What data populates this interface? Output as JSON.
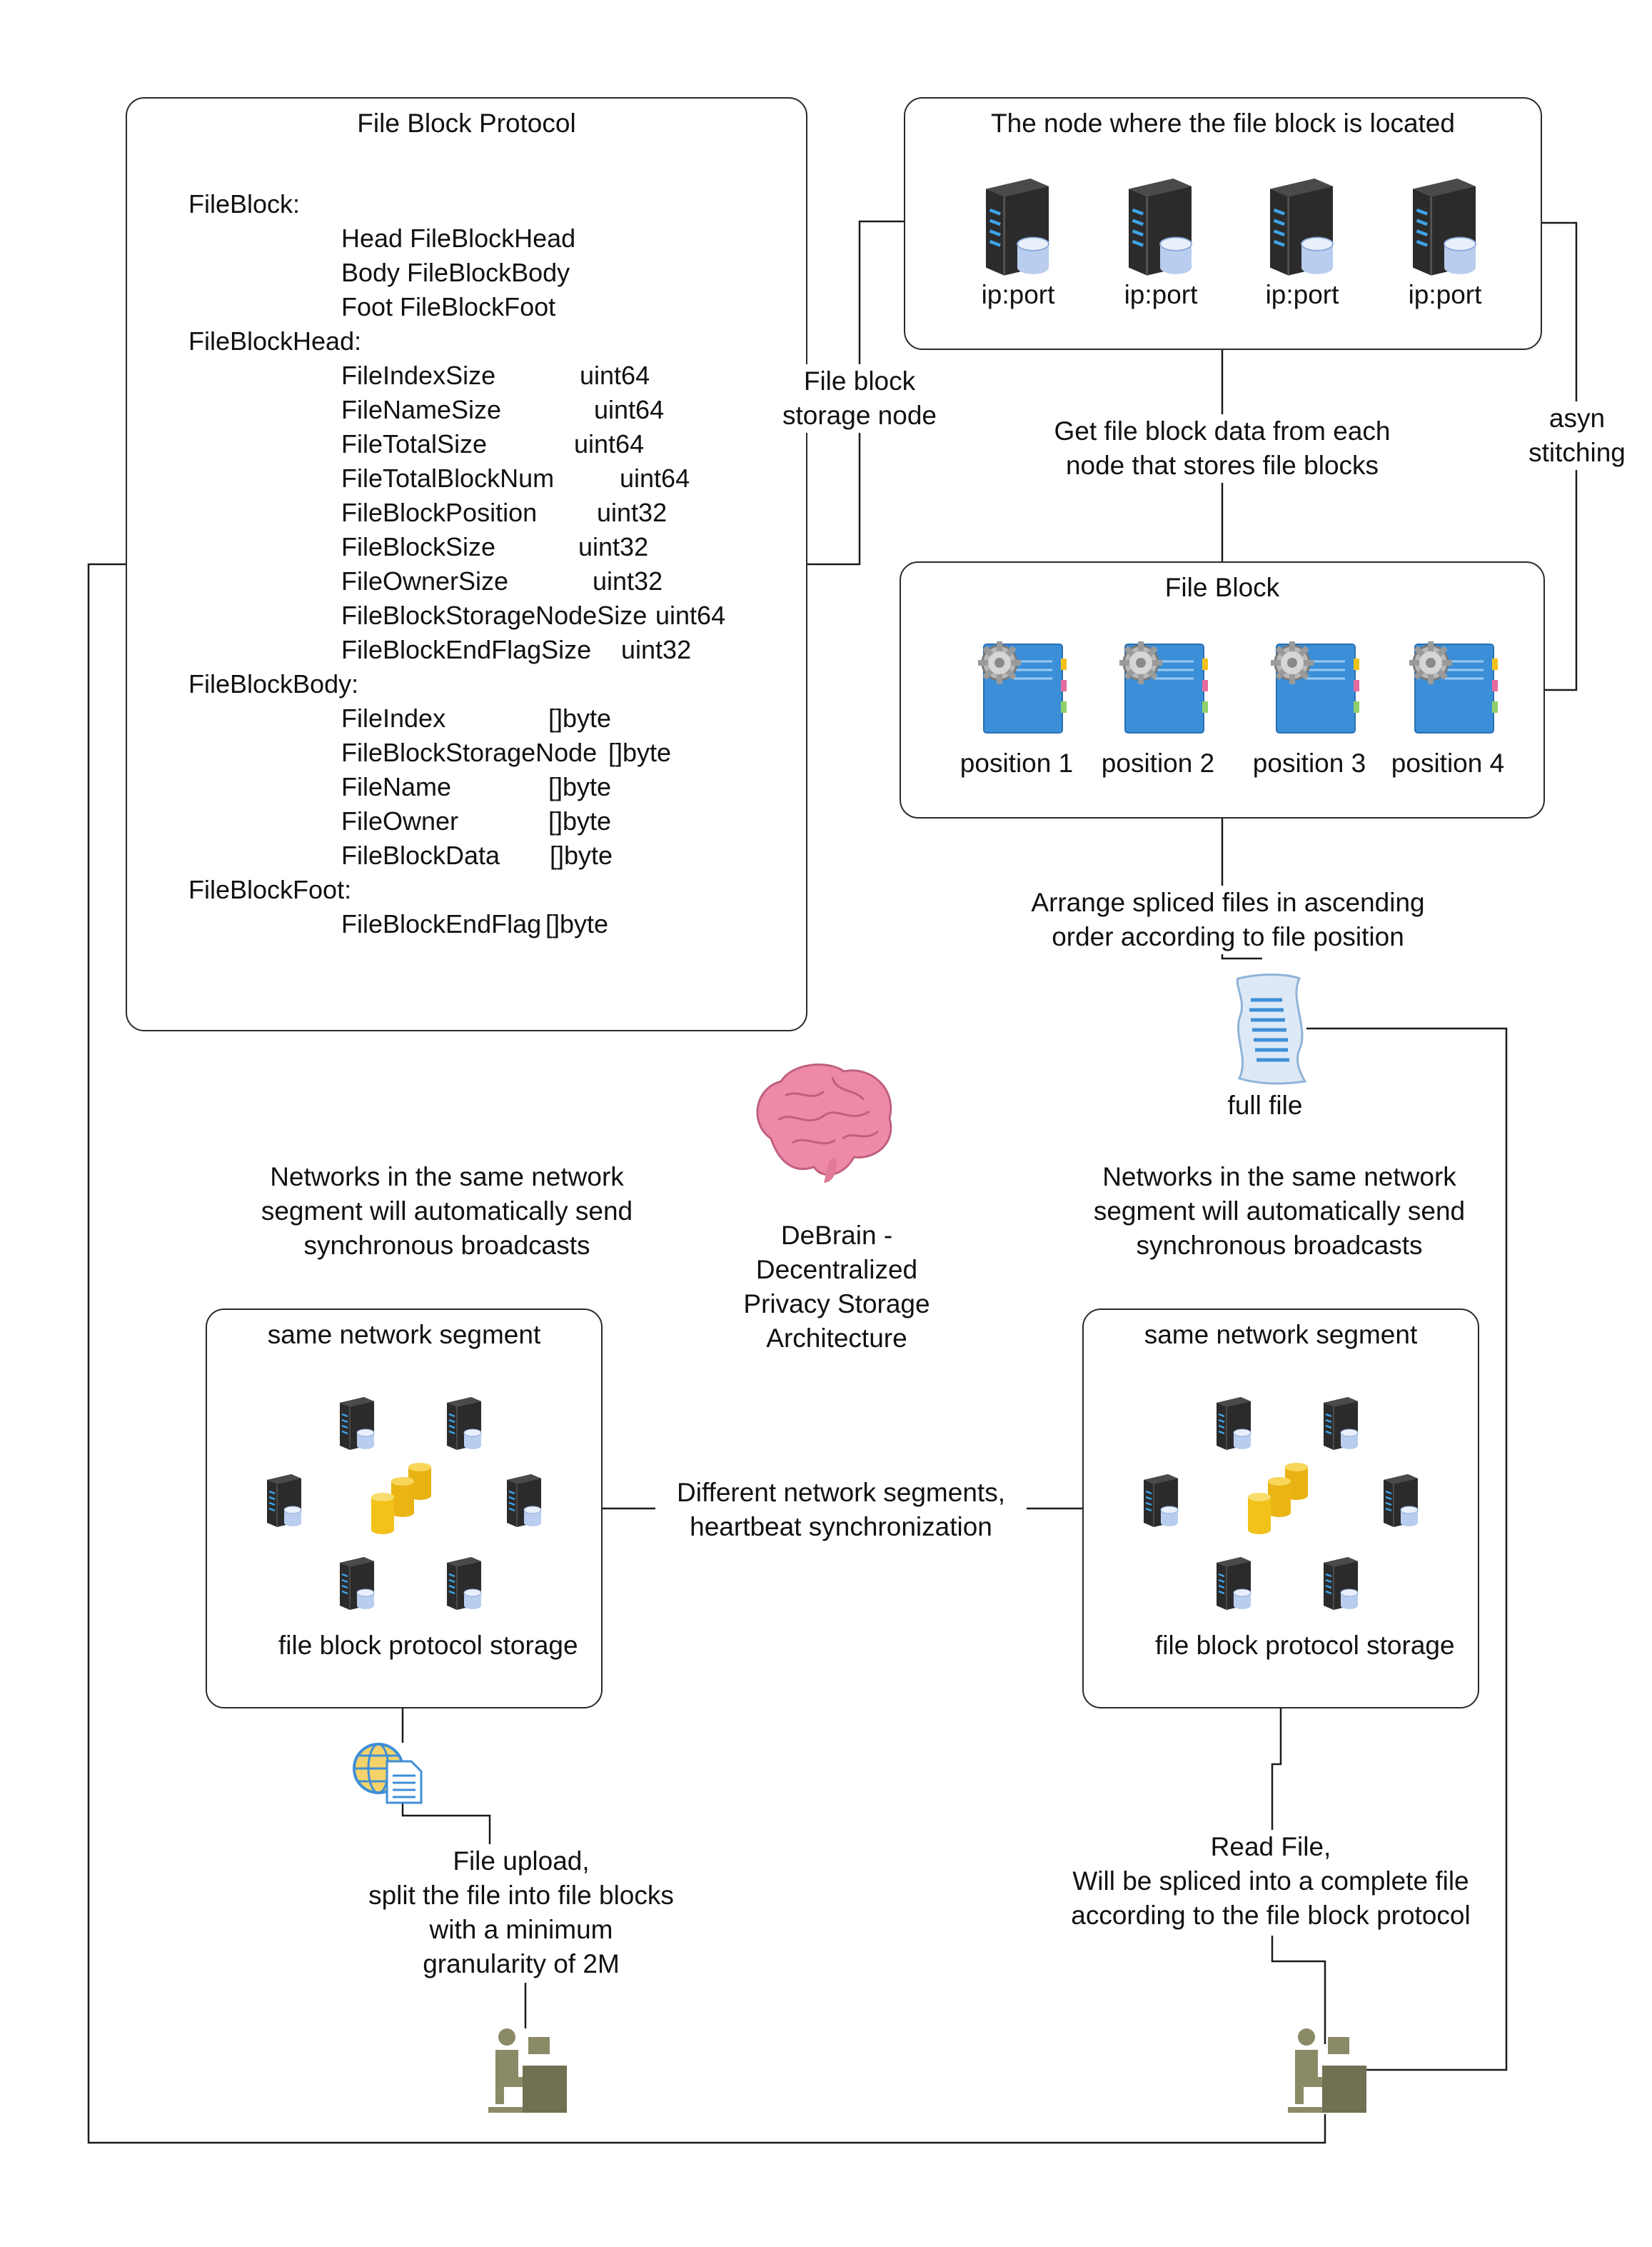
{
  "protocol": {
    "title": "File Block Protocol",
    "sections": [
      {
        "header": "FileBlock:",
        "fields": [
          {
            "name": "Head FileBlockHead",
            "type": ""
          },
          {
            "name": "Body FileBlockBody",
            "type": ""
          },
          {
            "name": "Foot FileBlockFoot",
            "type": ""
          }
        ]
      },
      {
        "header": "FileBlockHead:",
        "fields": [
          {
            "name": "FileIndexSize",
            "type": "uint64"
          },
          {
            "name": "FileNameSize",
            "type": "uint64"
          },
          {
            "name": "FileTotalSize",
            "type": "uint64"
          },
          {
            "name": "FileTotalBlockNum",
            "type": "uint64"
          },
          {
            "name": "FileBlockPosition",
            "type": "uint32"
          },
          {
            "name": "FileBlockSize",
            "type": "uint32"
          },
          {
            "name": "FileOwnerSize",
            "type": "uint32"
          },
          {
            "name": "FileBlockStorageNodeSize",
            "type": "uint64"
          },
          {
            "name": "FileBlockEndFlagSize",
            "type": "uint32"
          }
        ]
      },
      {
        "header": "FileBlockBody:",
        "fields": [
          {
            "name": "FileIndex",
            "type": "[]byte"
          },
          {
            "name": "FileBlockStorageNode",
            "type": "[]byte"
          },
          {
            "name": "FileName",
            "type": "[]byte"
          },
          {
            "name": "FileOwner",
            "type": "[]byte"
          },
          {
            "name": "FileBlockData",
            "type": "[]byte"
          }
        ]
      },
      {
        "header": "FileBlockFoot:",
        "fields": [
          {
            "name": "FileBlockEndFlag",
            "type": "[]byte"
          }
        ]
      }
    ]
  },
  "node_box": {
    "title": "The node where the file block is located",
    "servers": [
      "ip:port",
      "ip:port",
      "ip:port",
      "ip:port"
    ]
  },
  "file_block_box": {
    "title": "File Block",
    "positions": [
      "position 1",
      "position 2",
      "position 3",
      "position 4"
    ]
  },
  "labels": {
    "storage_node": "File block\nstorage node",
    "get_data": "Get file block data from each\nnode that stores file blocks",
    "asyn": "asyn\nstitching",
    "arrange": "Arrange spliced files in ascending\norder according to file position",
    "full_file": "full file",
    "broadcast_left": "Networks in the same network\nsegment will automatically send\nsynchronous broadcasts",
    "broadcast_right": "Networks in the same network\nsegment will automatically send\nsynchronous broadcasts",
    "center": "DeBrain -\nDecentralized\nPrivacy Storage\nArchitecture",
    "heartbeat": "Different network segments,\nheartbeat synchronization",
    "upload": "File upload,\nsplit the file into file blocks\nwith a minimum\ngranularity of 2M",
    "read": "Read File,\nWill be spliced into a complete file\naccording to the file block protocol"
  },
  "segments": [
    {
      "title": "same network segment",
      "caption": "file block\nprotocol storage"
    },
    {
      "title": "same network segment",
      "caption": "file block\nprotocol storage"
    }
  ],
  "colors": {
    "line": "#1a1a1a",
    "server": "#2b2b2b",
    "server_light": "#3fa3e6",
    "disk": "#b9cdef",
    "doc": "#3a8fd8",
    "gold": "#f2c21a",
    "brain": "#ee8aa8",
    "user": "#8a8a66"
  }
}
